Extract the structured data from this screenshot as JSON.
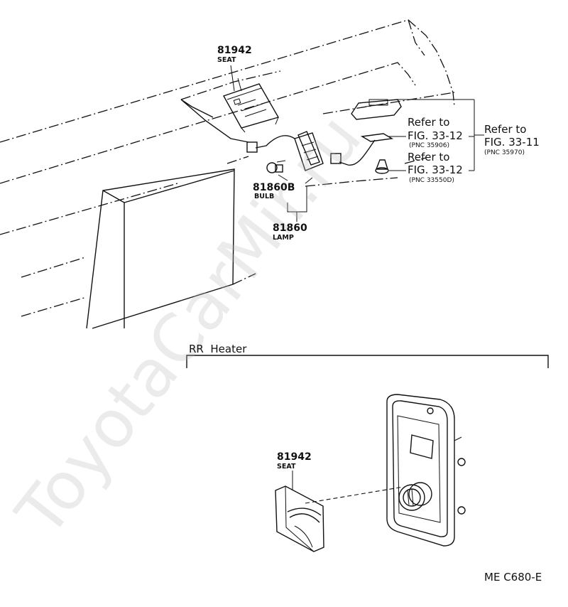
{
  "diagram_code": "ME C680-E",
  "watermark": "ToyotaCarMir.ru",
  "section_label": "RR  Heater",
  "parts": {
    "seat_top": {
      "number": "81942",
      "name": "SEAT"
    },
    "bulb": {
      "number": "81860B",
      "name": "BULB"
    },
    "lamp": {
      "number": "81860",
      "name": "LAMP"
    },
    "seat_bottom": {
      "number": "81942",
      "name": "SEAT"
    }
  },
  "refs": {
    "ref1": {
      "line1": "Refer to",
      "line2": "FIG. 33-12",
      "pnc": "(PNC 35906)"
    },
    "ref2": {
      "line1": "Refer to",
      "line2": "FIG. 33-12",
      "pnc": "(PNC 33550D)"
    },
    "ref3": {
      "line1": "Refer to",
      "line2": "FIG. 33-11",
      "pnc": "(PNC 35970)"
    }
  }
}
